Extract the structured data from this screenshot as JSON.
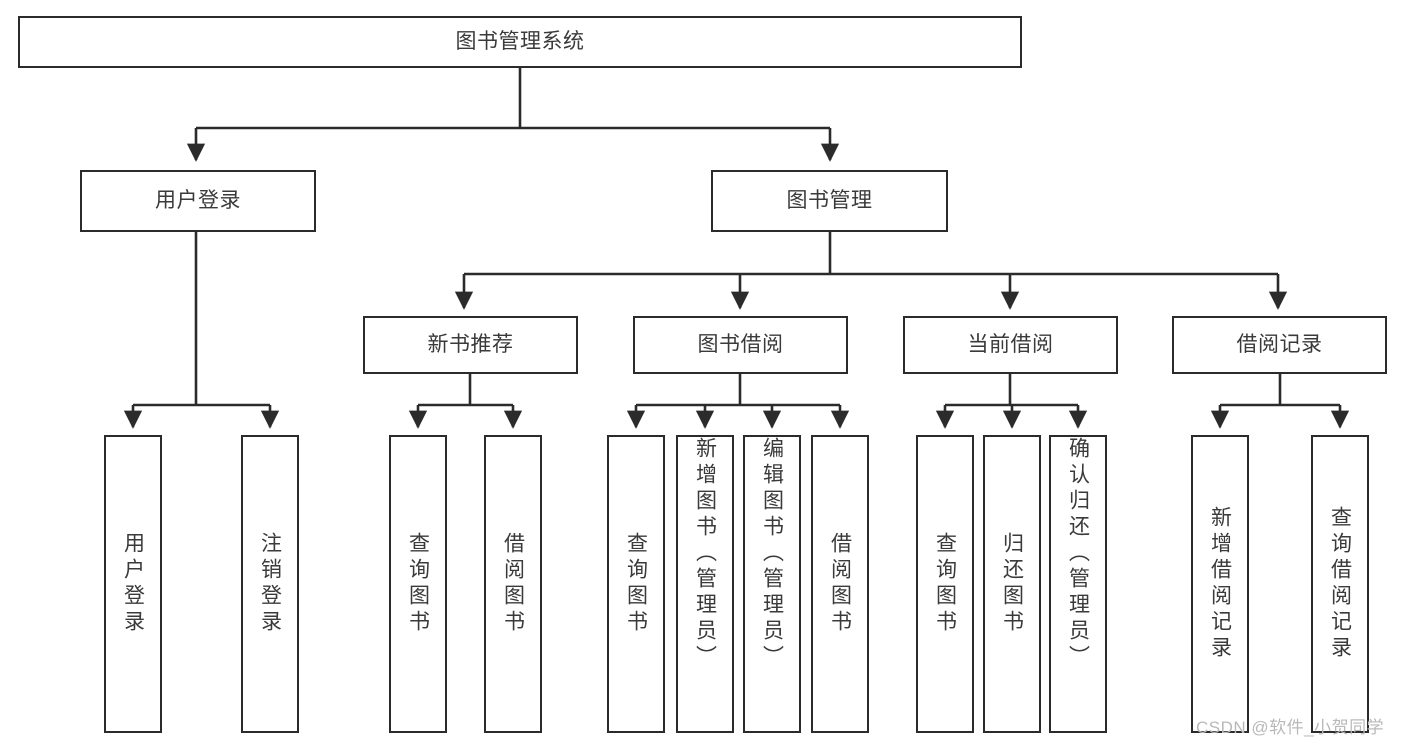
{
  "diagram": {
    "title": "图书管理系统",
    "watermark": "CSDN @软件_小贺同学",
    "colors": {
      "box_border": "#2b2b2b",
      "text": "#3a3a3a",
      "connector": "#2b2b2b",
      "background": "#ffffff",
      "watermark": "#b9b9b9"
    },
    "nodes": {
      "root": "图书管理系统",
      "level2": [
        "用户登录",
        "图书管理"
      ],
      "level3": [
        "新书推荐",
        "图书借阅",
        "当前借阅",
        "借阅记录"
      ],
      "leaves_user_login": [
        "用户登录",
        "注销登录"
      ],
      "leaves_new_book": [
        "查询图书",
        "借阅图书"
      ],
      "leaves_borrow": [
        "查询图书",
        "新增图书（管理员）",
        "编辑图书（管理员）",
        "借阅图书"
      ],
      "leaves_current": [
        "查询图书",
        "归还图书",
        "确认归还（管理员）"
      ],
      "leaves_record": [
        "新增借阅记录",
        "查询借阅记录"
      ]
    }
  }
}
